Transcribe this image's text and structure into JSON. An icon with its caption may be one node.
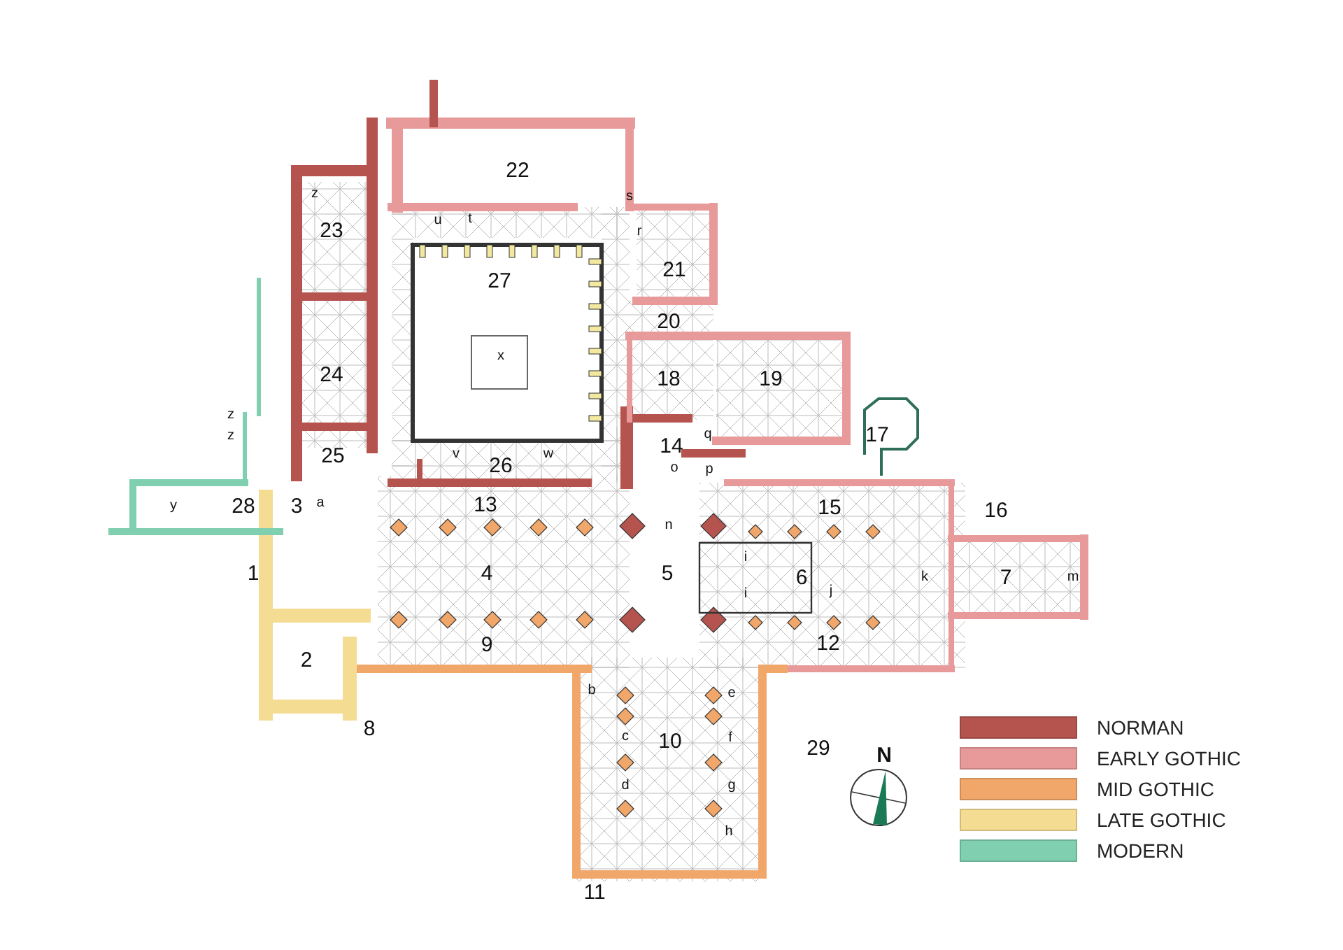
{
  "diagram": {
    "labels": [
      "22",
      "z",
      "s",
      "23",
      "u",
      "t",
      "r",
      "21",
      "27",
      "20",
      "x",
      "24",
      "18",
      "19",
      "z",
      "z",
      "q",
      "17",
      "14",
      "v",
      "w",
      "26",
      "25",
      "o",
      "p",
      "y",
      "28",
      "3",
      "a",
      "13",
      "15",
      "16",
      "n",
      "i",
      "1",
      "4",
      "5",
      "6",
      "k",
      "7",
      "m",
      "i",
      "j",
      "9",
      "12",
      "2",
      "b",
      "e",
      "8",
      "c",
      "10",
      "f",
      "29",
      "N",
      "d",
      "g",
      "h",
      "11"
    ],
    "legend": [
      {
        "text": "NORMAN",
        "color": "#b5544f"
      },
      {
        "text": "EARLY GOTHIC",
        "color": "#e89a9a"
      },
      {
        "text": "MID GOTHIC",
        "color": "#f2a76a"
      },
      {
        "text": "LATE GOTHIC",
        "color": "#f5dc93"
      },
      {
        "text": "MODERN",
        "color": "#7fcfb0"
      }
    ]
  }
}
